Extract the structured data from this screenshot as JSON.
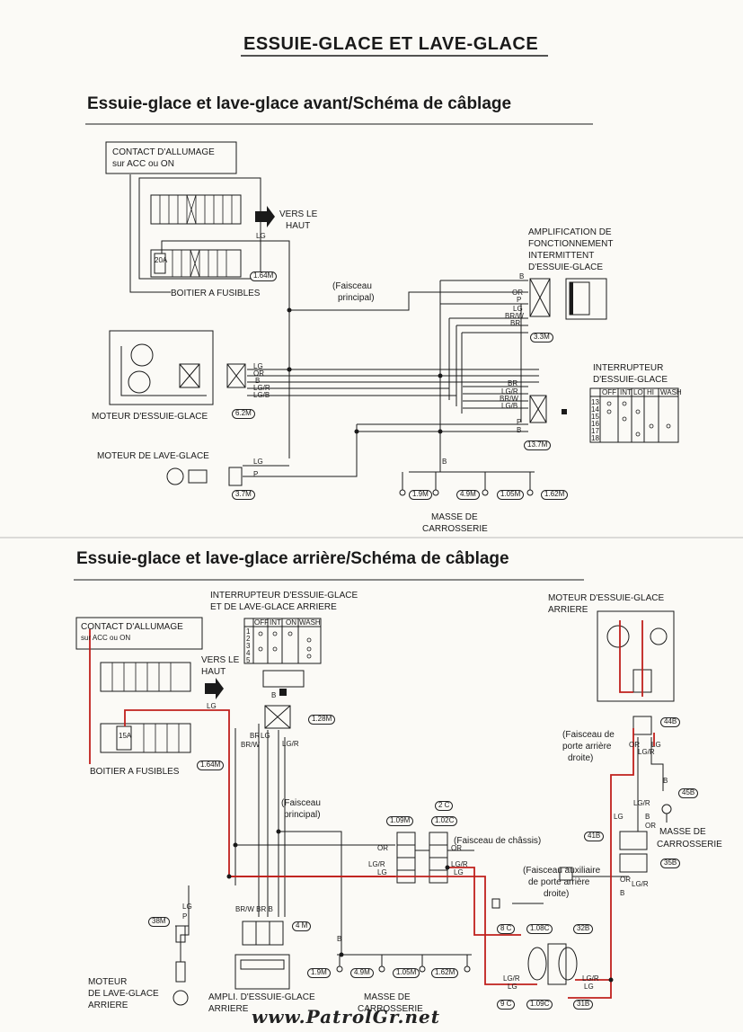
{
  "titles": {
    "main": "ESSUIE-GLACE ET LAVE-GLACE",
    "front": "Essuie-glace et lave-glace avant/Schéma de câblage",
    "rear": "Essuie-glace et lave-glace arrière/Schéma de câblage"
  },
  "front": {
    "ignition_line1": "CONTACT D'ALLUMAGE",
    "ignition_line2": "sur ACC ou ON",
    "vers_line1": "VERS LE",
    "vers_line2": "HAUT",
    "fuse_box": "BOITIER A FUSIBLES",
    "fuse_rating": "20A",
    "harness_line1": "(Faisceau",
    "harness_line2": "principal)",
    "amp_lines": [
      "AMPLIFICATION DE",
      "FONCTIONNEMENT",
      "INTERMITTENT",
      "D'ESSUIE-GLACE"
    ],
    "switch_line1": "INTERRUPTEUR",
    "switch_line2": "D'ESSUIE-GLACE",
    "motor": "MOTEUR D'ESSUIE-GLACE",
    "washer_motor": "MOTEUR DE LAVE-GLACE",
    "ground_line1": "MASSE DE",
    "ground_line2": "CARROSSERIE",
    "refs": [
      "1.64M",
      "3.3M",
      "6.2M",
      "3.7M",
      "13.7M",
      "1.9M",
      "4.9M",
      "1.05M",
      "1.62M"
    ],
    "wires": {
      "lg_top": "LG",
      "b_amp": "B",
      "or_amp": "OR",
      "p_amp": "P",
      "lg_amp": "LG",
      "brw_amp": "BR/W",
      "br_amp": "BR",
      "m_lg": "LG",
      "m_or": "OR",
      "m_b": "B",
      "m_lgr": "LG/R",
      "m_lgb": "LG/B",
      "s_br": "BR",
      "s_lgr": "LG/R",
      "s_brw": "BR/W",
      "s_lgb": "LG/B",
      "s_p": "P",
      "s_b": "B",
      "w_lg": "LG",
      "w_p": "P",
      "g_b": "B"
    },
    "switch_table": {
      "headers": [
        "OFF",
        "INT",
        "LO",
        "HI",
        "WASH"
      ],
      "rows": [
        "13",
        "14",
        "15",
        "16",
        "17",
        "18"
      ]
    }
  },
  "rear": {
    "switch_line1": "INTERRUPTEUR D'ESSUIE-GLACE",
    "switch_line2": "ET DE LAVE-GLACE ARRIERE",
    "ignition_line1": "CONTACT D'ALLUMAGE",
    "ignition_line2": "sur ACC ou ON",
    "vers_line1": "VERS LE",
    "vers_line2": "HAUT",
    "fuse_box": "BOITIER A FUSIBLES",
    "fuse_rating": "15A",
    "harness_line1": "(Faisceau",
    "harness_line2": "principal)",
    "chassis_harness": "(Faisceau de châssis)",
    "door_harness_lines": [
      "(Faisceau de",
      "porte arrière",
      "droite)"
    ],
    "aux_harness_lines": [
      "(Faisceau auxiliaire",
      "de porte arrière",
      "droite)"
    ],
    "rear_motor_line1": "MOTEUR D'ESSUIE-GLACE",
    "rear_motor_line2": "ARRIERE",
    "ground_right_line1": "MASSE DE",
    "ground_right_line2": "CARROSSERIE",
    "washer_lines": [
      "MOTEUR",
      "DE LAVE-GLACE",
      "ARRIERE"
    ],
    "amp_line1": "AMPLI. D'ESSUIE-GLACE",
    "amp_line2": "ARRIERE",
    "ground_line1": "MASSE DE",
    "ground_line2": "CARROSSERIE",
    "refs": [
      "1.28M",
      "1.64M",
      "1.09M",
      "1.02C",
      "2 C",
      "4 M",
      "38M",
      "1.9M",
      "4.9M",
      "1.05M",
      "1.62M",
      "8 C",
      "1.08C",
      "32B",
      "9 C",
      "1.09C",
      "31B",
      "44B",
      "45B",
      "41B",
      "35B"
    ],
    "wires": {
      "lg_fuse": "LG",
      "b1": "B",
      "br": "BR",
      "brw": "BR/W",
      "lg": "LG",
      "lgr": "LG/R",
      "or1": "OR",
      "lgr1": "LG/R",
      "lg1": "LG",
      "or2": "OR",
      "lgr2": "LG/R",
      "lg2": "LG",
      "lgw": "LG",
      "pw": "P",
      "b_low": "B",
      "bottom": "BR/W BR B",
      "d_or": "OR",
      "d_lgr": "LG/R",
      "d_lg": "LG",
      "d_b": "B",
      "d_lgr2": "LG/R",
      "d_lg2": "LG",
      "d_b2": "B",
      "d_or2": "OR",
      "aux_or": "OR",
      "aux_lgr": "LG/R",
      "b_r": "B",
      "c_lgr": "LG/R",
      "c_lg": "LG",
      "c_lgr2": "LG/R",
      "c_lg2": "LG"
    },
    "switch_table": {
      "headers": [
        "OFF",
        "INT",
        "ON",
        "WASH"
      ],
      "rows": [
        "1",
        "2",
        "3",
        "4",
        "5"
      ]
    }
  },
  "watermark": "www.PatrolGr.net",
  "colors": {
    "wire_red": "#c0201c",
    "ink": "#1a1a1a"
  }
}
